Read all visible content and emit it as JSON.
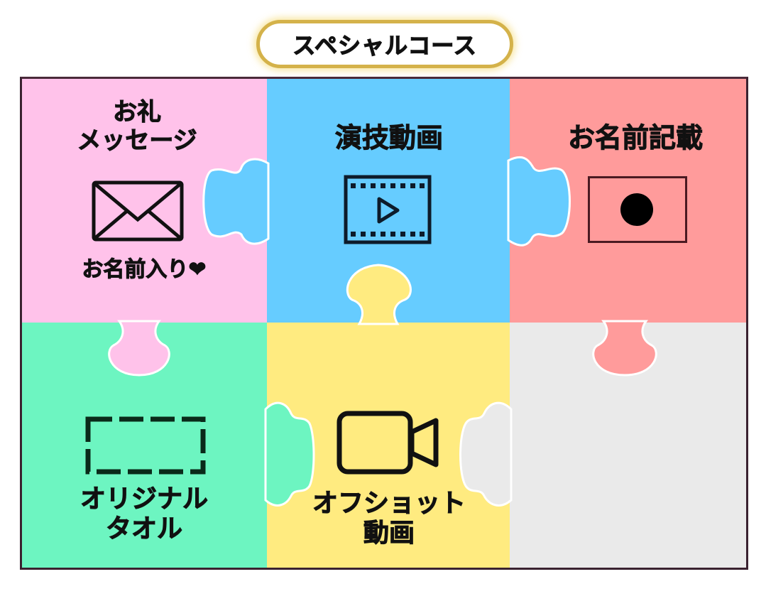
{
  "title": "スペシャルコース",
  "pieces": [
    {
      "id": "thanks-message",
      "line1": "お礼",
      "line2": "メッセージ",
      "sub": "お名前入り❤",
      "icon": "envelope-icon",
      "color": "#ffc2ea"
    },
    {
      "id": "performance-video",
      "line1": "演技動画",
      "icon": "film-play-icon",
      "color": "#66ccff"
    },
    {
      "id": "name-entry",
      "line1": "お名前記載",
      "icon": "flag-japan-icon",
      "color": "#ff9b9b"
    },
    {
      "id": "original-towel",
      "line1": "オリジナル",
      "line2": "タオル",
      "icon": "towel-dashed-rect-icon",
      "color": "#6df5c1"
    },
    {
      "id": "offshot-video",
      "line1": "オフショット",
      "line2": "動画",
      "icon": "video-camera-icon",
      "color": "#ffeb80"
    },
    {
      "id": "empty",
      "color": "#eaeaea"
    }
  ]
}
